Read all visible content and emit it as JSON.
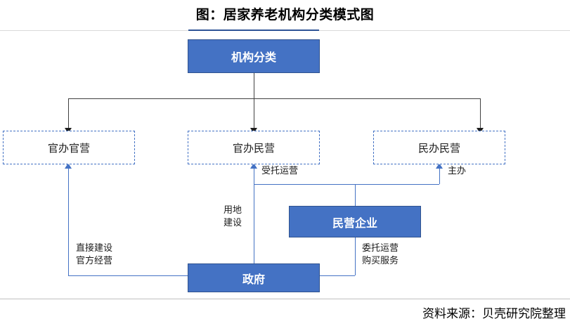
{
  "header": {
    "title": "图：居家养老机构分类模式图"
  },
  "footer": {
    "source": "资料来源：贝壳研究院整理"
  },
  "diagram": {
    "type": "flowchart",
    "nodes": [
      {
        "id": "root",
        "label": "机构分类",
        "style": "filled"
      },
      {
        "id": "gov-gov",
        "label": "官办官营",
        "style": "dashed"
      },
      {
        "id": "gov-priv",
        "label": "官办民营",
        "style": "dashed"
      },
      {
        "id": "priv-priv",
        "label": "民办民营",
        "style": "dashed"
      },
      {
        "id": "enterprise",
        "label": "民营企业",
        "style": "filled"
      },
      {
        "id": "government",
        "label": "政府",
        "style": "filled"
      }
    ],
    "edge_labels": {
      "entrusted_operation": "受托运营",
      "sponsor": "主办",
      "land_line1": "用地",
      "land_line2": "建设",
      "direct_line1": "直接建设",
      "direct_line2": "官方经营",
      "commission_line1": "委托运营",
      "commission_line2": "购买服务"
    }
  },
  "colors": {
    "node_fill": "#4472c4",
    "node_border": "#2f528f",
    "dashed_border": "#4472c4",
    "connector_blue": "#4472c4",
    "connector_black": "#404040",
    "title_rule": "#2e5496"
  }
}
